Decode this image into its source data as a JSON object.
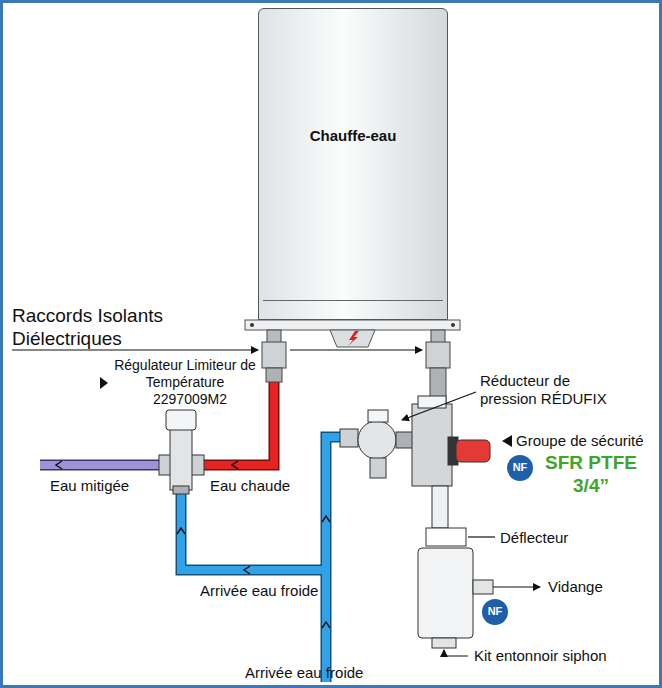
{
  "diagram": {
    "nodes": [
      {
        "text": [
          "Chauffe-eau"
        ]
      }
    ],
    "labels": [
      "Raccords Isolants Diélectriques",
      "Régulateur Limiteur de Température",
      "2297009M2",
      "Eau mitigée",
      "Eau chaude",
      "Arrivée eau froide",
      "Arrivée eau froide",
      "Réducteur de pression RÉDUFIX",
      "Groupe de sécurité",
      "NF",
      "SFR PTFE 3/4”",
      "Déflecteur",
      "Vidange",
      "NF",
      "Kit entonnoir siphon"
    ]
  }
}
